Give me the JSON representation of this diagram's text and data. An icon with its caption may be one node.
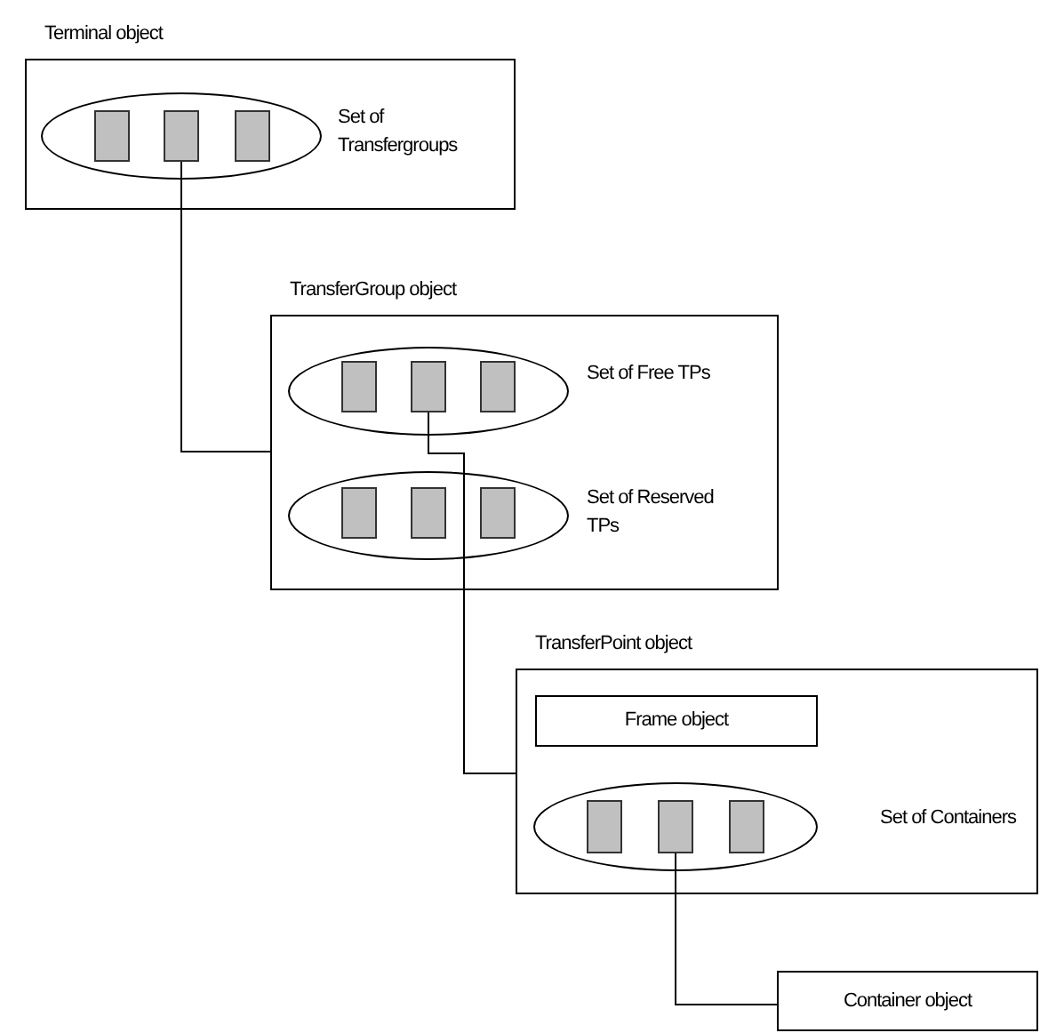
{
  "diagram": {
    "nodes": [
      {
        "text": [
          "Terminal object"
        ]
      },
      {
        "text": [],
        "shape": "ellipse",
        "in": 0,
        "beside": [
          "Set of Transfergroups"
        ]
      },
      {
        "text": [],
        "shape": "box",
        "in": 1
      },
      {
        "text": [],
        "shape": "box",
        "in": 1
      },
      {
        "text": [],
        "shape": "box",
        "in": 1
      },
      {
        "text": [
          "TransferGroup object"
        ]
      },
      {
        "text": [],
        "shape": "ellipse",
        "in": 5,
        "beside": [
          "Set of Free TPs"
        ]
      },
      {
        "text": [],
        "shape": "box",
        "in": 6
      },
      {
        "text": [],
        "shape": "box",
        "in": 6
      },
      {
        "text": [],
        "shape": "box",
        "in": 6
      },
      {
        "text": [],
        "shape": "ellipse",
        "in": 5,
        "beside": [
          "Set of Reserved TPs"
        ]
      },
      {
        "text": [],
        "shape": "box",
        "in": 10
      },
      {
        "text": [],
        "shape": "box",
        "in": 10
      },
      {
        "text": [],
        "shape": "box",
        "in": 10
      },
      {
        "text": [
          "TransferPoint object"
        ]
      },
      {
        "text": [
          "Frame object"
        ],
        "in": 14
      },
      {
        "text": [],
        "shape": "ellipse",
        "in": 14,
        "beside": [
          "Set of Containers"
        ]
      },
      {
        "text": [],
        "shape": "box",
        "in": 16
      },
      {
        "text": [],
        "shape": "box",
        "in": 16
      },
      {
        "text": [],
        "shape": "box",
        "in": 16
      },
      {
        "text": [
          "Container object"
        ]
      }
    ],
    "edges": [
      {
        "from": 3,
        "to": 5,
        "arrow": "none"
      },
      {
        "from": 8,
        "to": 14,
        "arrow": "none"
      },
      {
        "from": 18,
        "to": 20,
        "arrow": "none"
      }
    ]
  }
}
